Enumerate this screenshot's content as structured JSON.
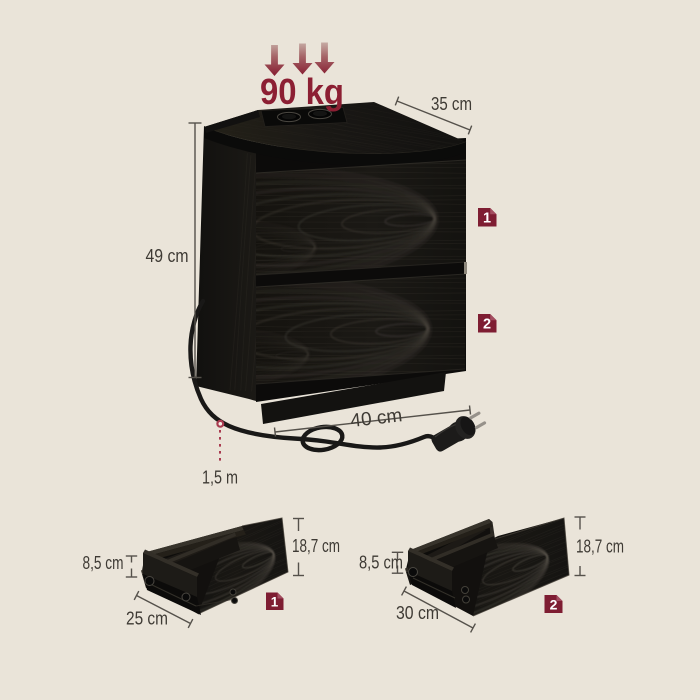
{
  "figure": {
    "type": "product-dimension-diagram",
    "background": "#EAE4D9",
    "accent_red": "#8C1F33",
    "badge_red": "#7E1D32",
    "badge_fold_red": "#A34D60",
    "dotted_red": "#A93B50",
    "line_color": "#55514B",
    "text_color": "#3E3A34",
    "load_capacity": "90 kg",
    "main_unit": {
      "top_depth": "35 cm",
      "height": "49 cm",
      "width": "40 cm",
      "cable_length": "1,5 m",
      "drawer_badges": [
        "1",
        "2"
      ]
    },
    "drawer_details": [
      {
        "badge": "1",
        "side_height": "8,5 cm",
        "front_height": "18,7 cm",
        "depth": "25 cm"
      },
      {
        "badge": "2",
        "side_height": "8,5 cm",
        "front_height": "18,7 cm",
        "depth": "30 cm"
      }
    ]
  }
}
